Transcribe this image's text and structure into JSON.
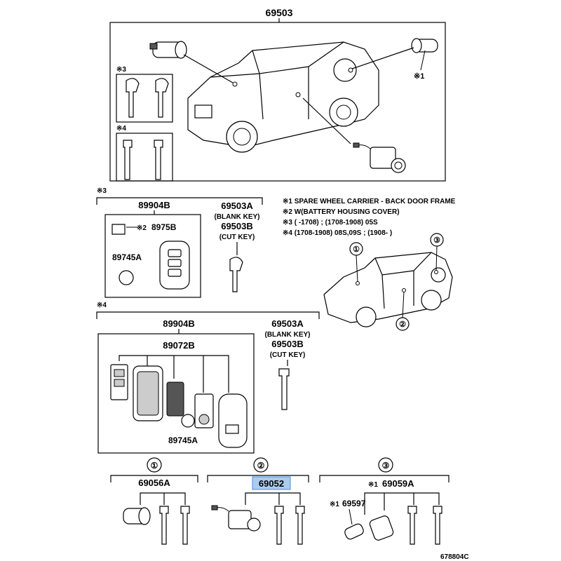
{
  "diagram": {
    "top_assembly": {
      "part_number": "69503",
      "note_1": "※1"
    },
    "legend": {
      "lines": [
        "※1 SPARE WHEEL CARRIER - BACK DOOR FRAME",
        "※2 W(BATTERY HOUSING COVER)",
        "※3 (        -1708) ; (1708-1908) 05S",
        "※4 (1708-1908) 08S,09S ; (1908-        )"
      ]
    },
    "section_3": {
      "marker": "※3",
      "box_part": "89904B",
      "sub_note": "※2",
      "sub_part": "8975B",
      "battery_part": "89745A",
      "blank_key": "69503A",
      "blank_key_note": "(BLANK KEY)",
      "cut_key": "69503B",
      "cut_key_note": "(CUT KEY)"
    },
    "section_4": {
      "marker": "※4",
      "box_part": "89904B",
      "inner_part": "89072B",
      "battery_part": "89745A",
      "blank_key": "69503A",
      "blank_key_note": "(BLANK KEY)",
      "cut_key": "69503B",
      "cut_key_note": "(CUT KEY)"
    },
    "vehicle_callouts": [
      "①",
      "②",
      "③"
    ],
    "bottom_sets": [
      {
        "circle": "①",
        "part_number": "69056A",
        "highlighted": false
      },
      {
        "circle": "②",
        "part_number": "69052",
        "highlighted": true
      },
      {
        "circle": "③",
        "part_number": "69059A",
        "prefix": "※1",
        "sub_part": "69597",
        "sub_prefix": "※1",
        "highlighted": false
      }
    ],
    "footer_code": "678804C"
  },
  "colors": {
    "highlight": "#aacdee",
    "line": "#000000"
  }
}
